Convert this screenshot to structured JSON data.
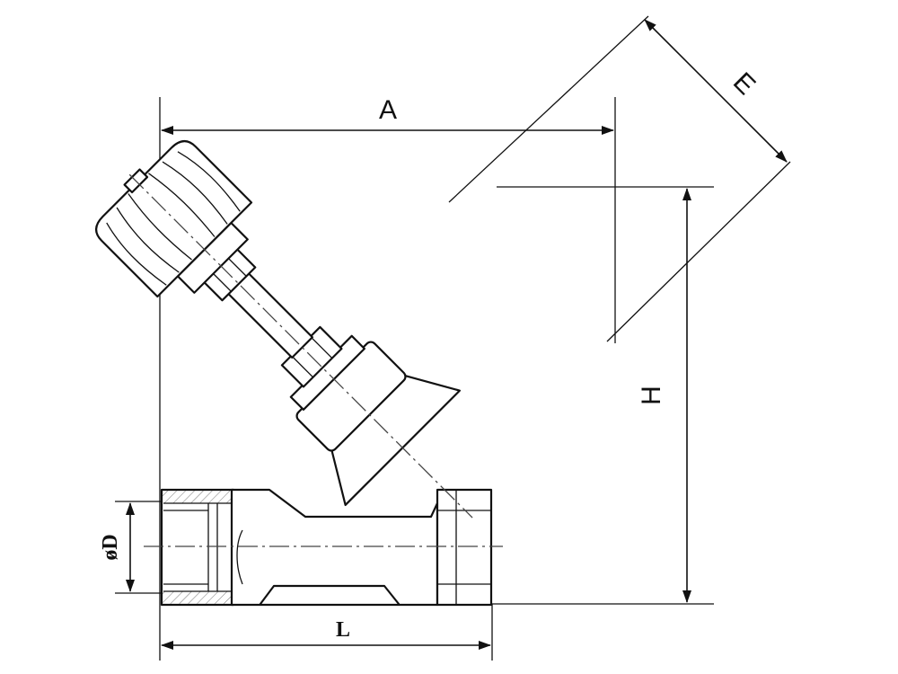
{
  "drawing": {
    "subject": "",
    "dimensions": {
      "A": "A",
      "E": "E",
      "H": "H",
      "D": "øD",
      "L": "L"
    }
  }
}
